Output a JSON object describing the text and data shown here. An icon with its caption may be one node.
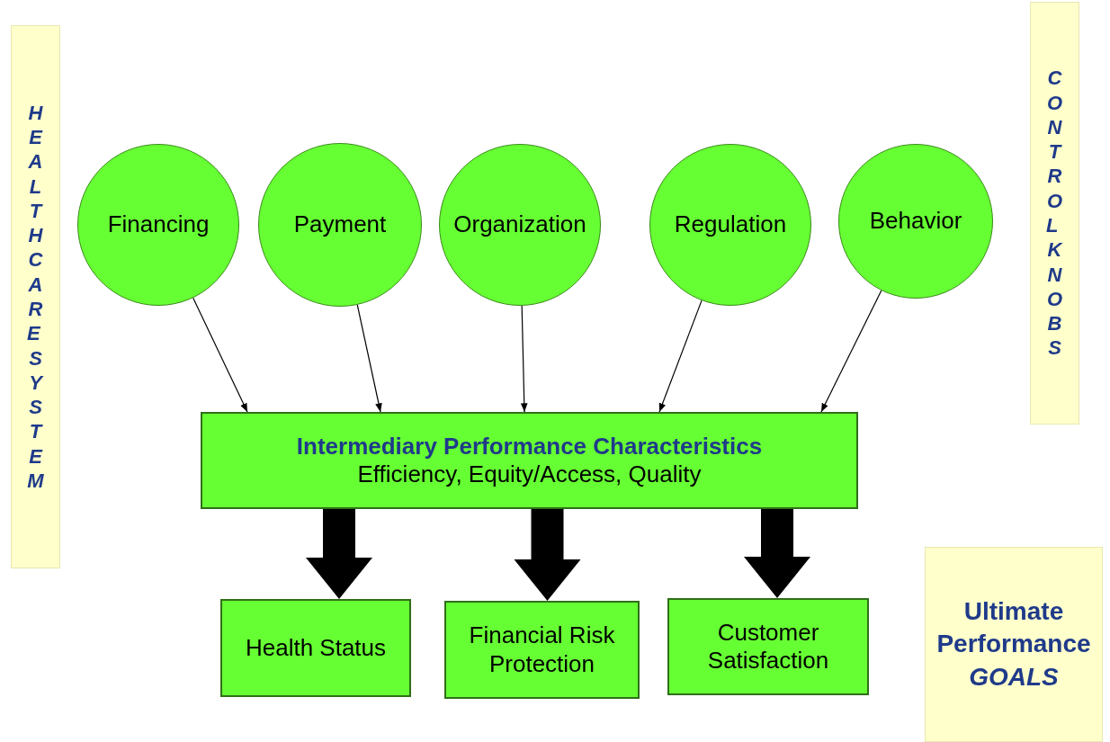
{
  "diagram": {
    "nodes": [
      {
        "text": [
          "Financing"
        ]
      },
      {
        "text": [
          "Payment"
        ]
      },
      {
        "text": [
          "Organization"
        ]
      },
      {
        "text": [
          "Regulation"
        ]
      },
      {
        "text": [
          "Behavior"
        ]
      },
      {
        "text": [
          "Intermediary Performance Characteristics",
          "Efficiency, Equity/Access, Quality"
        ]
      },
      {
        "text": [
          "Health Status"
        ]
      },
      {
        "text": [
          "Financial Risk Protection"
        ]
      },
      {
        "text": [
          "Customer Satisfaction"
        ]
      },
      {
        "text": [
          "HEALTHCARE SYSTEM"
        ]
      },
      {
        "text": [
          "CONTROL KNOBS"
        ]
      },
      {
        "text": [
          "Ultimate Performance *GOALS*"
        ]
      }
    ],
    "edges": [
      {
        "from": 0,
        "to": 5,
        "arrow": "to"
      },
      {
        "from": 1,
        "to": 5,
        "arrow": "to"
      },
      {
        "from": 2,
        "to": 5,
        "arrow": "to"
      },
      {
        "from": 3,
        "to": 5,
        "arrow": "to"
      },
      {
        "from": 4,
        "to": 5,
        "arrow": "to"
      },
      {
        "from": 5,
        "to": 6,
        "arrow": "to",
        "style": "thick"
      },
      {
        "from": 5,
        "to": 7,
        "arrow": "to",
        "style": "thick"
      },
      {
        "from": 5,
        "to": 8,
        "arrow": "to",
        "style": "thick"
      }
    ]
  }
}
